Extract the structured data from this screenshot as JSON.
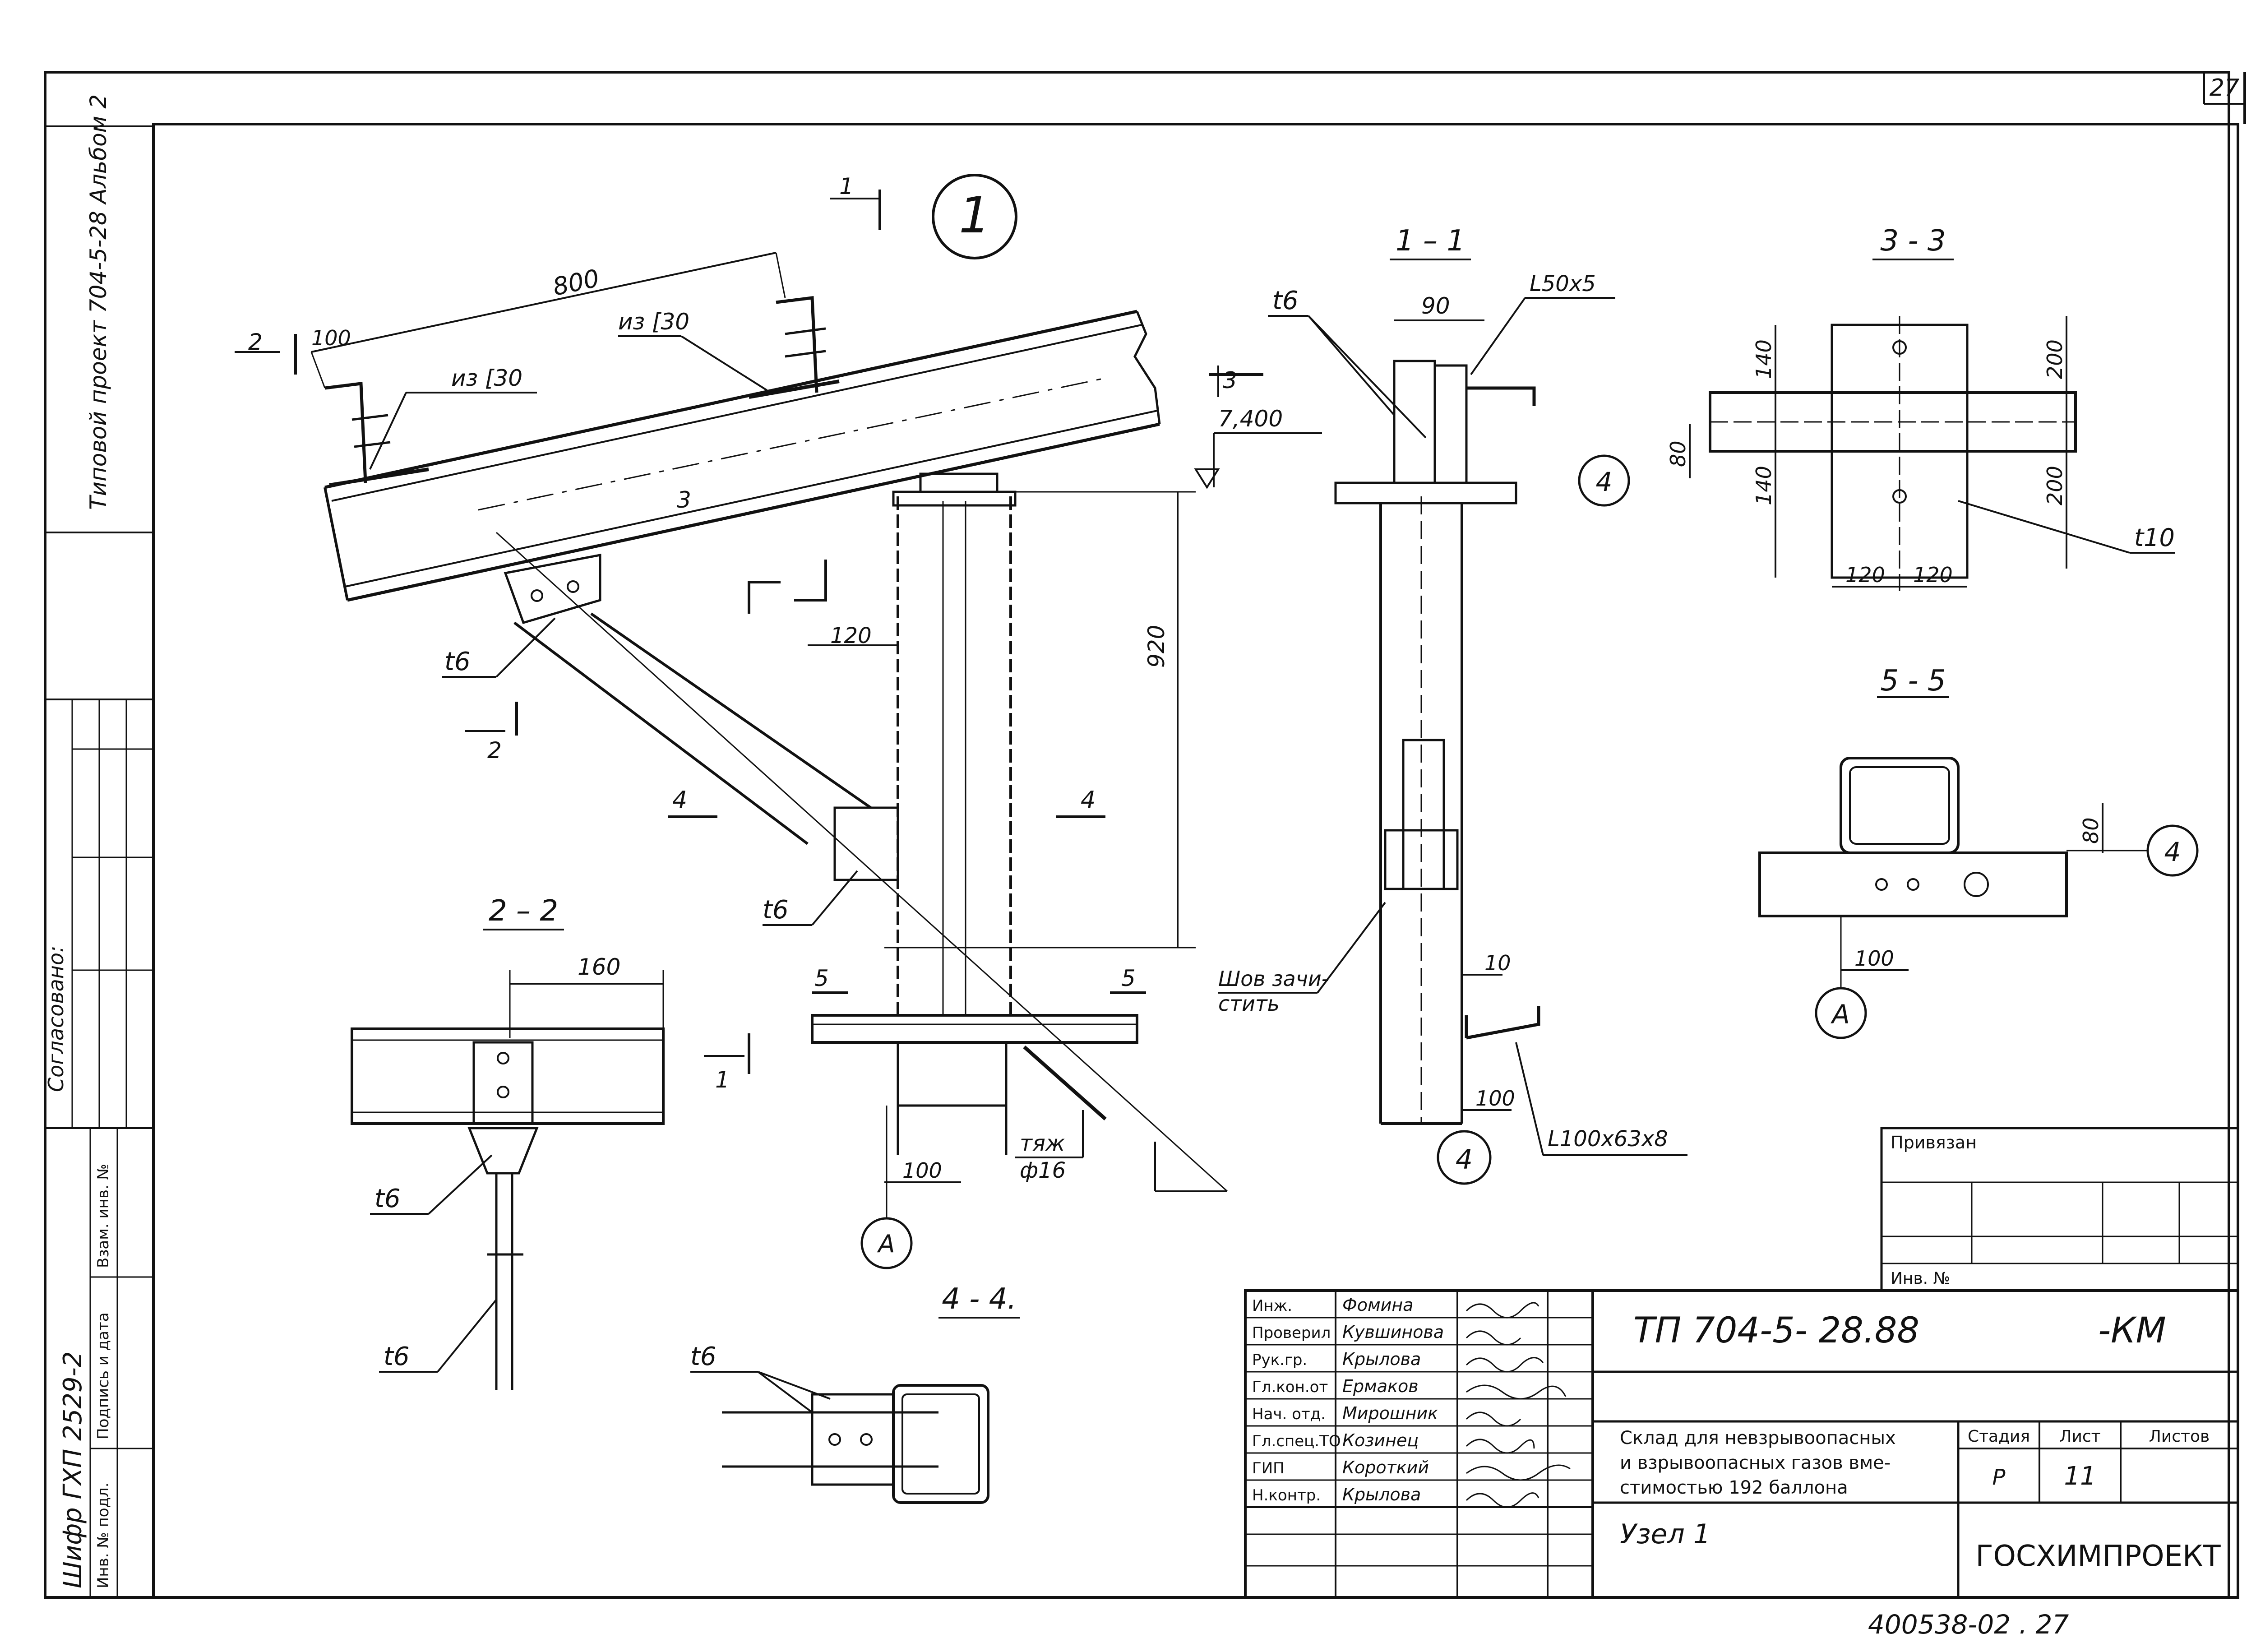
{
  "sheet": {
    "page_number": "27",
    "bottom_stamp": "400538-02 . 27",
    "side_album_text": "Типовой проект 704-5-28 Альбом 2",
    "side_approval_text": "Согласовано:",
    "side_cipher": "Шифр ГХП 2529-2",
    "side_columns": [
      "Взам. инв. №",
      "Подпись и дата",
      "Инв. № подл."
    ]
  },
  "main_view": {
    "node_mark": "1",
    "cut_1_label": "1",
    "cut_2_label": "2",
    "cut_3_label": "3",
    "cut_4_label": "4",
    "cut_5_label": "5",
    "cut_3_inline": "3",
    "dim_800": "800",
    "dim_100_top": "100",
    "from_c30_left": "из [30",
    "from_c30_right": "из [30",
    "elevation": "7,400",
    "dim_920": "920",
    "dim_120": "120",
    "dim_100_bottom": "100",
    "t6_upper": "t6",
    "t6_lower": "t6",
    "tie_label": "тяж",
    "tie_diameter": "ф16",
    "axis_a": "А"
  },
  "section_1_1": {
    "title": "1 – 1",
    "t6": "t6",
    "dim_90": "90",
    "angle_top": "L50x5",
    "weld_note_1": "Шов зачи-",
    "weld_note_2": "стить",
    "dim_10": "10",
    "dim_100": "100",
    "angle_bottom": "L100x63x8",
    "axis_4": "4"
  },
  "section_3_3": {
    "title": "3 - 3",
    "dim_140_top": "140",
    "dim_140_bottom": "140",
    "dim_200_top": "200",
    "dim_200_bottom": "200",
    "dim_80": "80",
    "dim_120_left": "120",
    "dim_120_right": "120",
    "t10": "t10",
    "axis_4": "4"
  },
  "section_5_5": {
    "title": "5 - 5",
    "dim_80": "80",
    "dim_100": "100",
    "axis_4": "4",
    "axis_a": "А"
  },
  "section_2_2": {
    "title": "2 – 2",
    "dim_160": "160",
    "t6_upper": "t6",
    "t6_lower": "t6"
  },
  "section_4_4": {
    "title": "4 - 4.",
    "t6": "t6"
  },
  "title_block": {
    "binding_label": "Привязан",
    "inv_label": "Инв. №",
    "project_code": "ТП 704-5- 28.88",
    "doc_mark": "-КМ",
    "description_line1": "Склад для невзрывоопасных",
    "description_line2": "и взрывоопасных газов вме-",
    "description_line3": "стимостью 192 баллона",
    "sheet_title": "Узел 1",
    "stage_header": "Стадия",
    "sheet_header": "Лист",
    "sheets_header": "Листов",
    "stage_value": "Р",
    "sheet_value": "11",
    "organization": "ГОСХИМПРОЕКТ",
    "roles": [
      {
        "role": "Инж.",
        "name": "Фомина"
      },
      {
        "role": "Проверил",
        "name": "Кувшинова"
      },
      {
        "role": "Рук.гр.",
        "name": "Крылова"
      },
      {
        "role": "Гл.кон.от",
        "name": "Ермаков"
      },
      {
        "role": "Нач. отд.",
        "name": "Мирошник"
      },
      {
        "role": "Гл.спец.ТО",
        "name": "Козинец"
      },
      {
        "role": "ГИП",
        "name": "Короткий"
      },
      {
        "role": "Н.контр.",
        "name": "Крылова"
      }
    ]
  }
}
